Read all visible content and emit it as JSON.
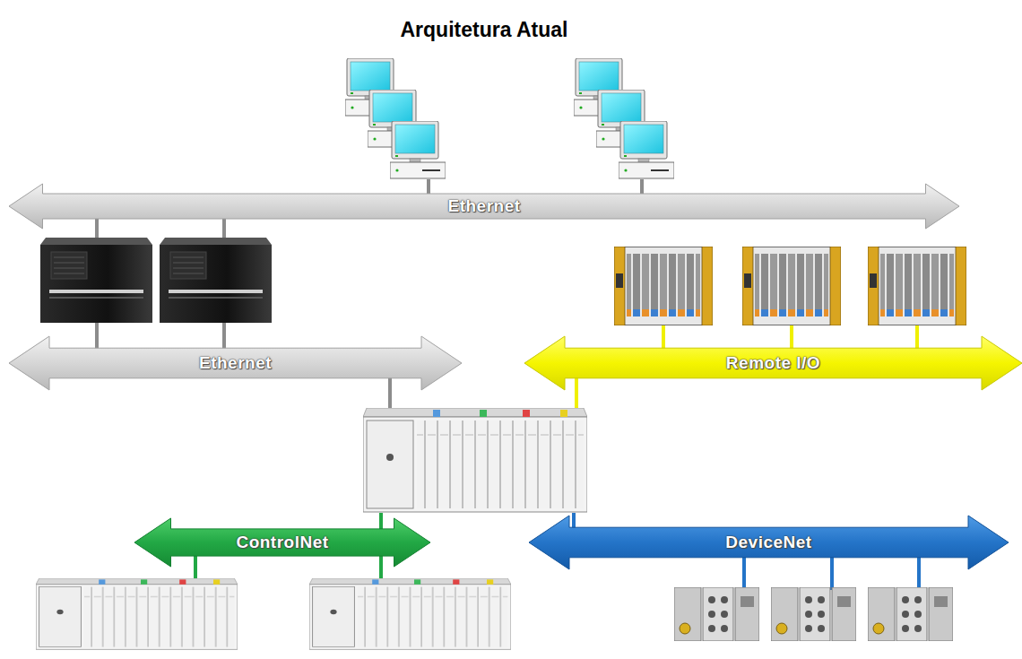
{
  "diagram": {
    "title": "Arquitetura Atual",
    "nodes": [
      {
        "text": [
          "Ethernet"
        ]
      },
      {
        "text": [
          "Ethernet"
        ]
      },
      {
        "text": [
          "Remote I/O"
        ]
      },
      {
        "text": [
          "ControlNet"
        ]
      },
      {
        "text": [
          "DeviceNet"
        ]
      }
    ]
  }
}
